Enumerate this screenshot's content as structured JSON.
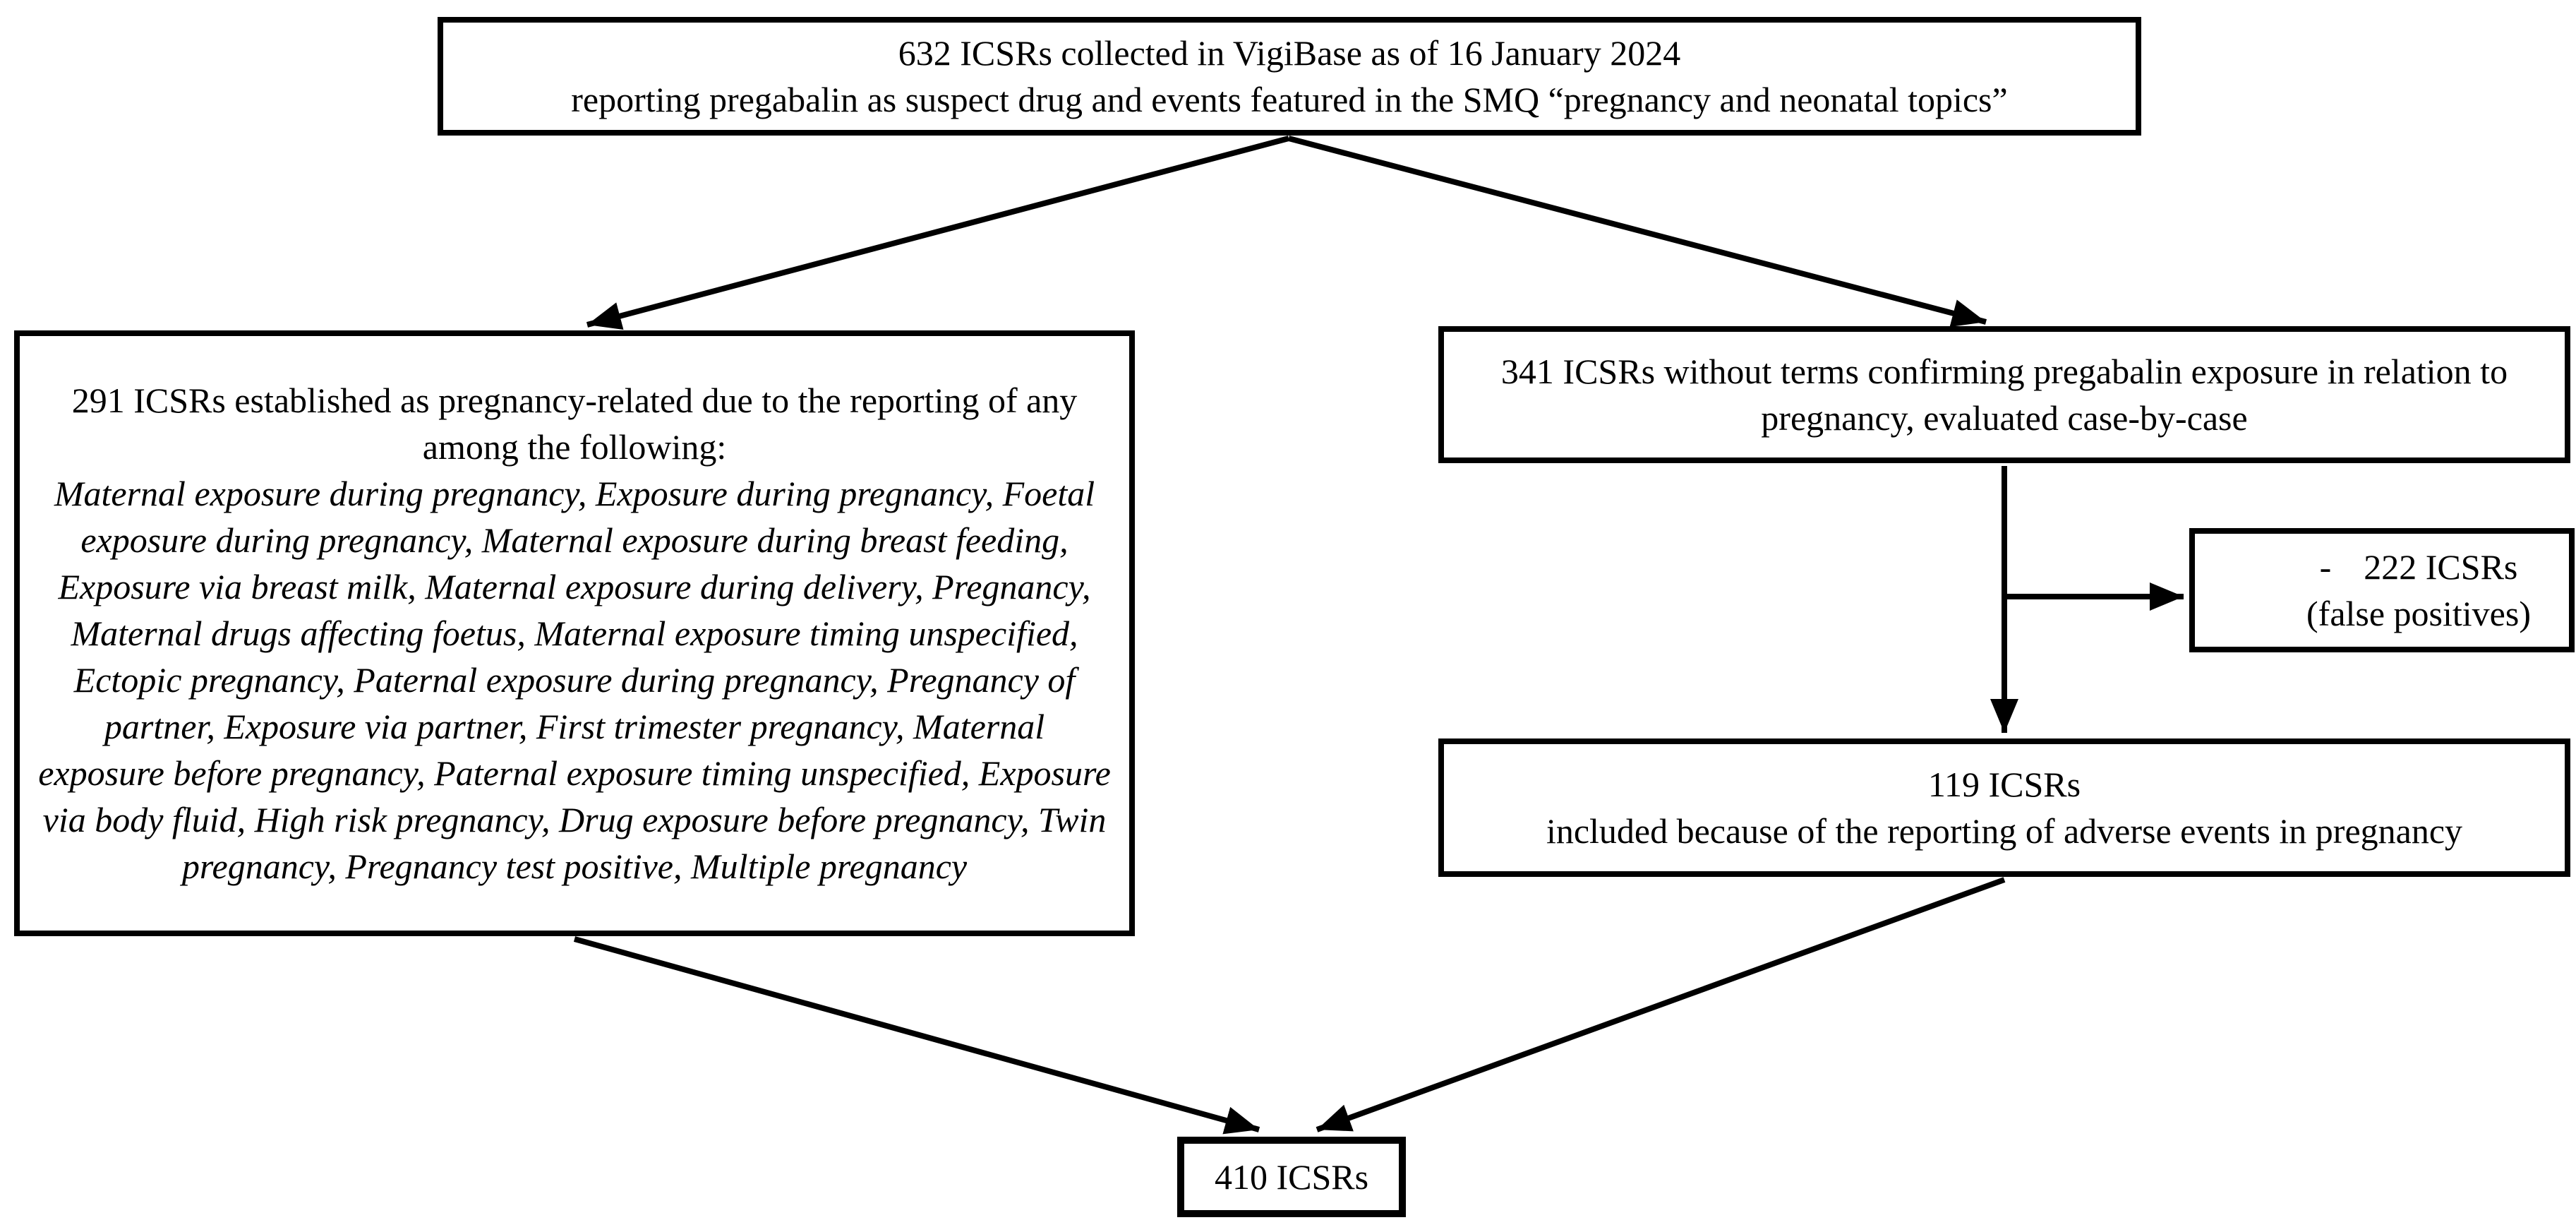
{
  "figure": {
    "background_color": "#ffffff",
    "line_color": "#000000",
    "text_color": "#000000"
  },
  "boxes": {
    "top": {
      "line1": "632 ICSRs collected in VigiBase as of 16 January 2024",
      "line2": "reporting pregabalin as suspect drug and events featured in the SMQ “pregnancy and neonatal topics”"
    },
    "left": {
      "heading": "291 ICSRs established as pregnancy-related due to the reporting of any among the following:",
      "terms": "Maternal exposure during pregnancy, Exposure during pregnancy, Foetal exposure during pregnancy, Maternal exposure during breast feeding, Exposure via breast milk, Maternal exposure during delivery, Pregnancy, Maternal drugs affecting foetus, Maternal exposure timing unspecified, Ectopic pregnancy, Paternal exposure during pregnancy, Pregnancy of partner, Exposure via partner, First trimester pregnancy, Maternal exposure before pregnancy, Paternal exposure timing unspecified, Exposure via body fluid, High risk pregnancy, Drug exposure before pregnancy, Twin pregnancy, Pregnancy test positive, Multiple pregnancy"
    },
    "right": {
      "text": "341 ICSRs without terms confirming pregabalin exposure in relation to pregnancy, evaluated case-by-case"
    },
    "excluded": {
      "bullet": "-",
      "line1": "222 ICSRs",
      "line2": "(false positives)"
    },
    "included": {
      "line1": "119 ICSRs",
      "line2": "included because of the reporting of adverse events in pregnancy"
    },
    "total": {
      "text": "410 ICSRs"
    }
  }
}
